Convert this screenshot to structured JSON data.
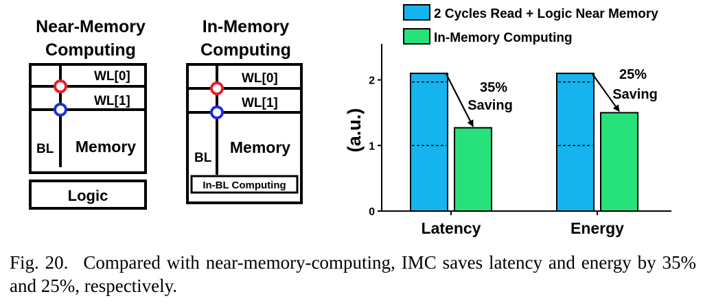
{
  "diagram": {
    "near": {
      "title_line1": "Near-Memory",
      "title_line2": "Computing",
      "wl0": "WL[0]",
      "wl1": "WL[1]",
      "bl": "BL",
      "memory": "Memory",
      "logic": "Logic"
    },
    "in": {
      "title_line1": "In-Memory",
      "title_line2": "Computing",
      "wl0": "WL[0]",
      "wl1": "WL[1]",
      "bl": "BL",
      "memory": "Memory",
      "inbl": "In-BL Computing"
    }
  },
  "chart_data": {
    "type": "bar",
    "categories": [
      "Latency",
      "Energy"
    ],
    "series": [
      {
        "name": "2 Cycles Read + Logic Near Memory",
        "values": [
          2.1,
          2.1
        ],
        "color": "#16b4ef"
      },
      {
        "name": "In-Memory Computing",
        "values": [
          1.27,
          1.5
        ],
        "color": "#27e27a"
      }
    ],
    "ylabel": "(a.u.)",
    "yticks": [
      "0",
      "1",
      "2"
    ],
    "ylim": [
      0,
      2.55
    ],
    "reference_lines": [
      1,
      2
    ],
    "annotations": [
      {
        "category": "Latency",
        "line1": "35%",
        "line2": "Saving"
      },
      {
        "category": "Energy",
        "line1": "25%",
        "line2": "Saving"
      }
    ],
    "legend_position": "top"
  },
  "caption": {
    "label": "Fig. 20.",
    "text": "Compared with near-memory-computing, IMC saves latency and energy by 35% and 25%, respectively."
  }
}
